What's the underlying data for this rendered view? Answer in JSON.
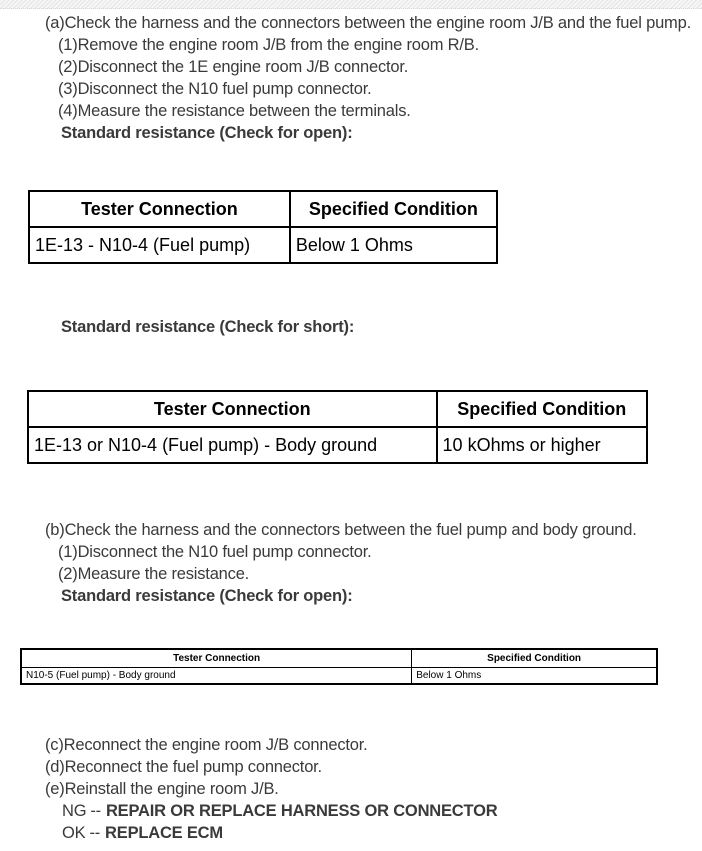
{
  "colors": {
    "body_text": "#3a3a3a",
    "table_text": "#000000"
  },
  "section_a": {
    "step": "(a)Check the harness and the connectors between the engine room J/B and the fuel pump.",
    "substeps": [
      "(1)Remove the engine room J/B from the engine room R/B.",
      "(2)Disconnect the 1E engine room J/B connector.",
      "(3)Disconnect the N10 fuel pump connector.",
      "(4)Measure the resistance between the terminals."
    ],
    "standard_open_label": "Standard resistance (Check for open):",
    "table_open": {
      "headers": [
        "Tester Connection",
        "Specified Condition"
      ],
      "rows": [
        [
          "1E-13 - N10-4 (Fuel pump)",
          "Below 1 Ohms"
        ]
      ]
    },
    "standard_short_label": "Standard resistance (Check for short):",
    "table_short": {
      "headers": [
        "Tester Connection",
        "Specified Condition"
      ],
      "rows": [
        [
          "1E-13 or N10-4 (Fuel pump) - Body ground",
          "10 kOhms or higher"
        ]
      ]
    }
  },
  "section_b": {
    "step": "(b)Check the harness and the connectors between the fuel pump and body ground.",
    "substeps": [
      "(1)Disconnect the N10 fuel pump connector.",
      "(2)Measure the resistance."
    ],
    "standard_open_label": "Standard resistance (Check for open):",
    "table_open": {
      "headers": [
        "Tester Connection",
        "Specified Condition"
      ],
      "rows": [
        [
          "N10-5 (Fuel pump) - Body ground",
          "Below 1 Ohms"
        ]
      ]
    }
  },
  "section_final": {
    "steps": [
      "(c)Reconnect the engine room J/B connector.",
      "(d)Reconnect the fuel pump connector.",
      "(e)Reinstall the engine room J/B."
    ],
    "results": [
      {
        "label": "NG",
        "sep": "--",
        "action": "REPAIR OR REPLACE HARNESS OR CONNECTOR"
      },
      {
        "label": "OK",
        "sep": "--",
        "action": "REPLACE ECM"
      }
    ]
  }
}
